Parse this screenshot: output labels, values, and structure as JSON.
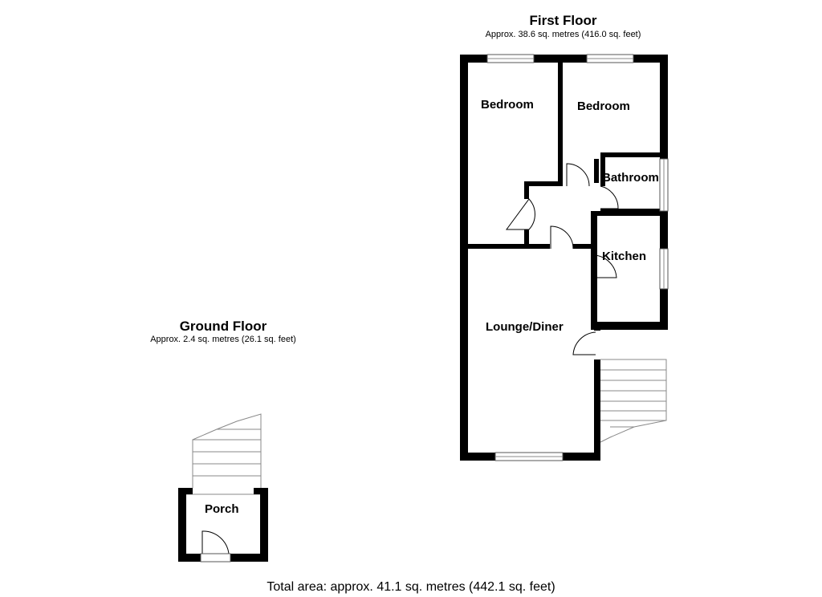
{
  "first_floor": {
    "title": "First Floor",
    "area": "Approx. 38.6 sq. metres (416.0 sq. feet)"
  },
  "ground_floor": {
    "title": "Ground Floor",
    "area": "Approx. 2.4 sq. metres (26.1 sq. feet)"
  },
  "rooms": {
    "bedroom_1": "Bedroom",
    "bedroom_2": "Bedroom",
    "bathroom": "Bathroom",
    "kitchen": "Kitchen",
    "lounge_diner": "Lounge/Diner",
    "porch": "Porch"
  },
  "total_area": "Total area: approx. 41.1 sq. metres (442.1 sq. feet)"
}
